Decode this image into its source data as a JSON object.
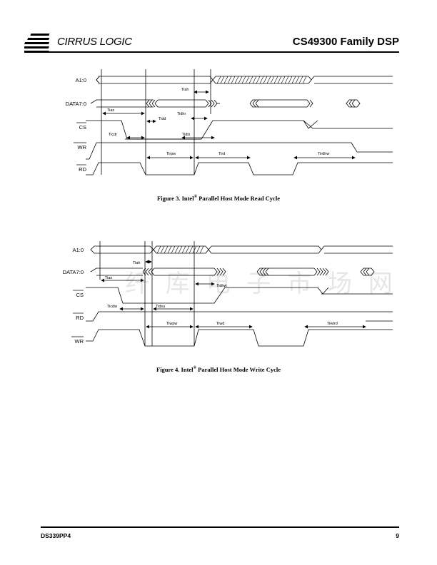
{
  "header": {
    "company": "CIRRUS LOGIC",
    "title": "CS49300 Family DSP"
  },
  "figure3": {
    "caption_prefix": "Figure 3.  Intel",
    "caption_mark": "®",
    "caption_suffix": " Parallel Host Mode Read Cycle",
    "signals": [
      "A1:0",
      "DATA7:0",
      "CS",
      "WR",
      "RD"
    ],
    "timing_labels": {
      "tias": "Tias",
      "tiah": "Tiah",
      "tidd": "Tidd",
      "tidhr": "Tidhr",
      "ticdr": "Ticdr",
      "tidis": "Tidis",
      "tirpw": "Tirpw",
      "tird": "Tird",
      "tirdhw": "Tirdhw"
    }
  },
  "figure4": {
    "caption_prefix": "Figure 4.  Intel",
    "caption_mark": "®",
    "caption_suffix": " Parallel Host Mode Write Cycle",
    "signals": [
      "A1:0",
      "DATA7:0",
      "CS",
      "RD",
      "WR"
    ],
    "timing_labels": {
      "tias": "Tias",
      "tiah": "Tiah",
      "tidhw": "Tidhw",
      "ticdw": "Ticdw",
      "tidsu": "Tidsu",
      "tiwpw": "Tiwpw",
      "tiwd": "Tiwd",
      "tiwtrd": "Tiwtrd"
    }
  },
  "watermark": "纤 库 电 子 市 场 网",
  "footer": {
    "doc_id": "DS339PP4",
    "page_number": "9"
  }
}
